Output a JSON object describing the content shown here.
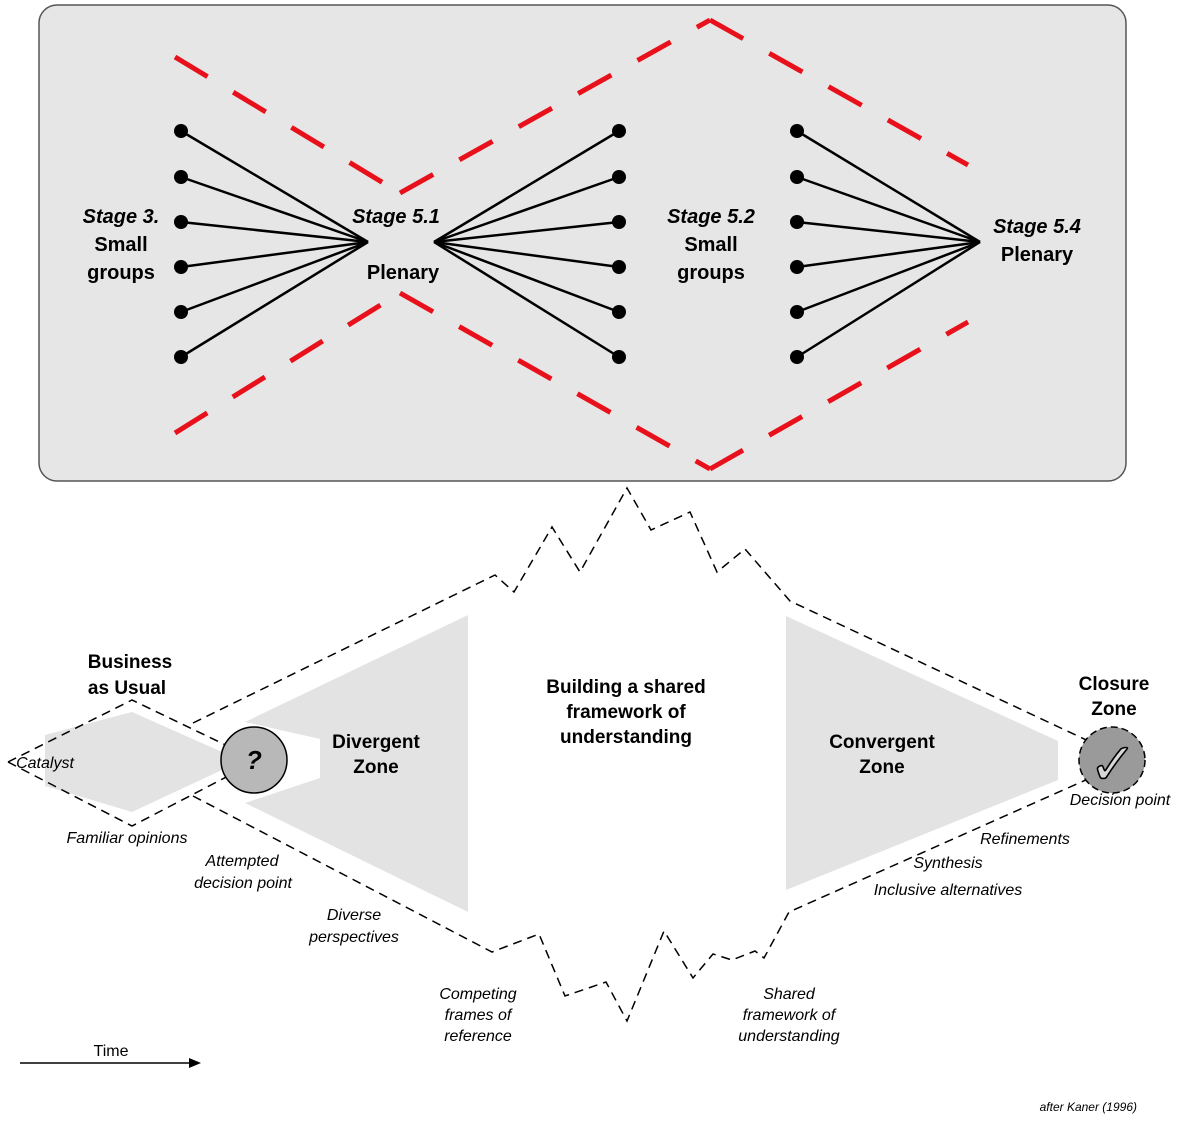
{
  "top_panel": {
    "stages": [
      {
        "title": "Stage 3.",
        "subtitle_1": "Small",
        "subtitle_2": "groups"
      },
      {
        "title": "Stage 5.1",
        "subtitle_1": "Plenary"
      },
      {
        "title": "Stage 5.2",
        "subtitle_1": "Small",
        "subtitle_2": "groups"
      },
      {
        "title": "Stage 5.4",
        "subtitle_1": "Plenary"
      }
    ]
  },
  "diagram": {
    "business_as_usual": [
      "Business",
      "as Usual"
    ],
    "catalyst": "Catalyst",
    "question_mark": "?",
    "divergent_zone": [
      "Divergent",
      "Zone"
    ],
    "center_title": [
      "Building a shared",
      "framework of",
      "understanding"
    ],
    "convergent_zone": [
      "Convergent",
      "Zone"
    ],
    "closure_zone": [
      "Closure",
      "Zone"
    ],
    "check_mark": "✓",
    "decision_point": "Decision point",
    "familiar_opinions": "Familiar opinions",
    "attempted_decision_point": [
      "Attempted",
      "decision point"
    ],
    "diverse_perspectives": [
      "Diverse",
      "perspectives"
    ],
    "competing_frames": [
      "Competing",
      "frames of",
      "reference"
    ],
    "shared_framework": [
      "Shared",
      "framework of",
      "understanding"
    ],
    "refinements": "Refinements",
    "synthesis": "Synthesis",
    "inclusive_alternatives": "Inclusive alternatives",
    "time": "Time",
    "credit": "after Kaner (1996)"
  },
  "colors": {
    "panel_fill": "#e6e6e6",
    "red_dash": "#e8101a",
    "zone_fill": "#e3e3e3",
    "circle_fill": "#b8b8b8"
  }
}
